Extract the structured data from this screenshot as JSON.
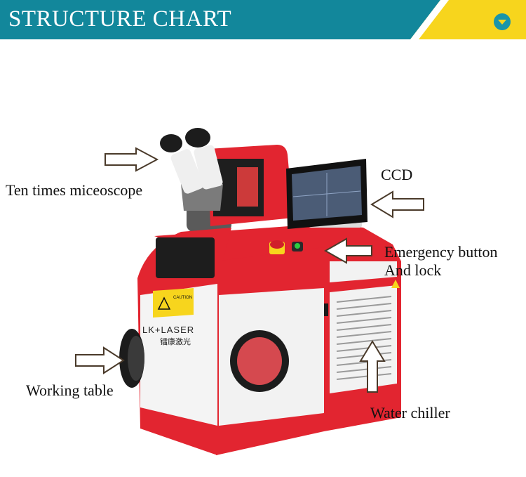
{
  "header": {
    "title": "STRUCTURE CHART",
    "colors": {
      "teal": "#12879b",
      "yellow": "#f7d51d",
      "button": "#1a95a8"
    }
  },
  "diagram": {
    "brand_text": "LK+LASER",
    "brand_text_cn": "镭康激光",
    "warning_text": "CAUTION",
    "labels": {
      "microscope": "Ten times miceoscope",
      "ccd": "CCD",
      "emergency_line1": "Emergency button",
      "emergency_line2": "And lock",
      "working_table": "Working table",
      "water_chiller": "Water chiller"
    },
    "colors": {
      "body_red": "#e22530",
      "panel_white": "#f2f2f2",
      "dark": "#1a1a1a"
    }
  }
}
